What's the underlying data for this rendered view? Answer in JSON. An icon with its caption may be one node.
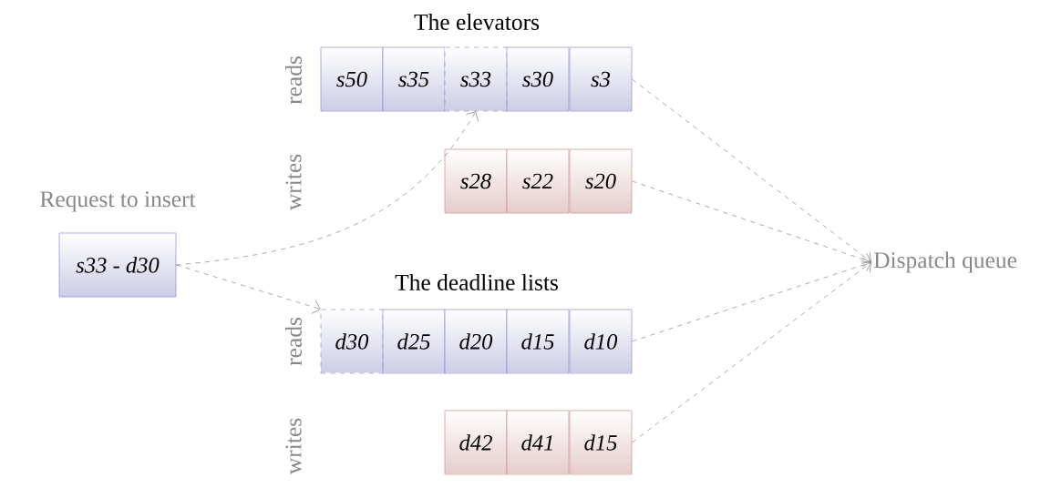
{
  "diagram": {
    "nodes": [
      {
        "text": [
          "Request to insert",
          "s33 - d30"
        ]
      },
      {
        "text": [
          "s50"
        ]
      },
      {
        "text": [
          "s35"
        ]
      },
      {
        "text": [
          "s33"
        ]
      },
      {
        "text": [
          "s30"
        ]
      },
      {
        "text": [
          "s3"
        ]
      },
      {
        "text": [
          "s28"
        ]
      },
      {
        "text": [
          "s22"
        ]
      },
      {
        "text": [
          "s20"
        ]
      },
      {
        "text": [
          "d30"
        ]
      },
      {
        "text": [
          "d25"
        ]
      },
      {
        "text": [
          "d20"
        ]
      },
      {
        "text": [
          "d15"
        ]
      },
      {
        "text": [
          "d10"
        ]
      },
      {
        "text": [
          "d42"
        ]
      },
      {
        "text": [
          "d41"
        ]
      },
      {
        "text": [
          "d15"
        ]
      },
      {
        "text": [
          "Dispatch queue"
        ]
      }
    ],
    "edges": [
      {
        "from": 0,
        "to": 3,
        "arrow": "to",
        "style": "dashed"
      },
      {
        "from": 0,
        "to": 9,
        "arrow": "to",
        "style": "dashed"
      },
      {
        "from": 5,
        "to": 17,
        "arrow": "to",
        "style": "dashed"
      },
      {
        "from": 8,
        "to": 17,
        "arrow": "to",
        "style": "dashed"
      },
      {
        "from": 13,
        "to": 17,
        "arrow": "to",
        "style": "dashed"
      },
      {
        "from": 16,
        "to": 17,
        "arrow": "to",
        "style": "dashed"
      }
    ],
    "labels": [
      "The elevators",
      "reads",
      "writes",
      "The deadline lists",
      "reads",
      "writes"
    ]
  }
}
